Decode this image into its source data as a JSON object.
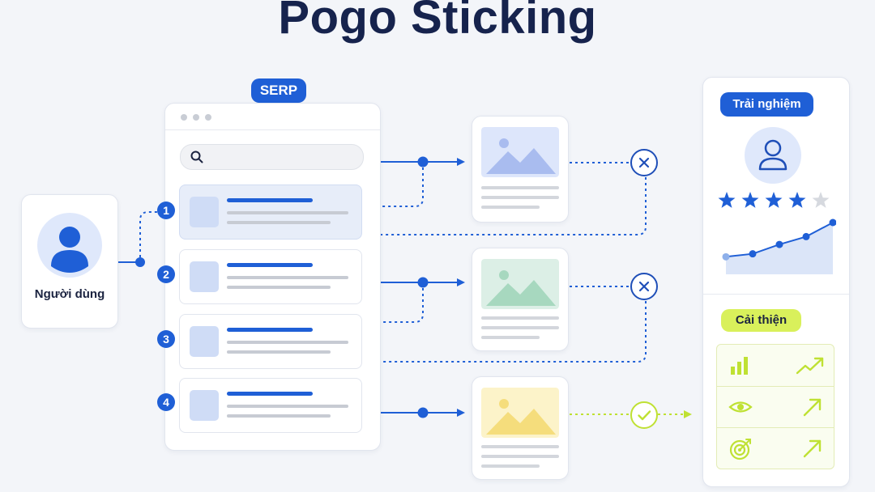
{
  "title": "Pogo Sticking",
  "user": {
    "label": "Người dùng",
    "icon": "user-icon"
  },
  "serp": {
    "label": "SERP",
    "search_icon": "search-icon",
    "results": [
      {
        "number": "1",
        "highlighted": true
      },
      {
        "number": "2",
        "highlighted": false
      },
      {
        "number": "3",
        "highlighted": false
      },
      {
        "number": "4",
        "highlighted": false
      }
    ]
  },
  "pages": [
    {
      "image_color": "#dde6fb",
      "outcome": "close-icon"
    },
    {
      "image_color": "#dcefe6",
      "outcome": "close-icon"
    },
    {
      "image_color": "#fcf3c9",
      "outcome": "check-icon"
    }
  ],
  "experience": {
    "label": "Trải nghiệm",
    "rating": {
      "filled": 4,
      "total": 5
    },
    "trend": [
      1,
      2,
      3.2,
      4.2,
      6
    ]
  },
  "improve": {
    "label": "Cải thiện",
    "items": [
      {
        "icon": "bar-chart-icon",
        "trend_icon": "trend-up-icon"
      },
      {
        "icon": "eye-icon",
        "trend_icon": "arrow-up-right-icon"
      },
      {
        "icon": "target-icon",
        "trend_icon": "arrow-up-right-icon"
      }
    ]
  },
  "colors": {
    "blue": "#1f5fd6",
    "navy": "#16234d",
    "lime": "#bfe133",
    "light_blue": "#dfe8fb"
  }
}
